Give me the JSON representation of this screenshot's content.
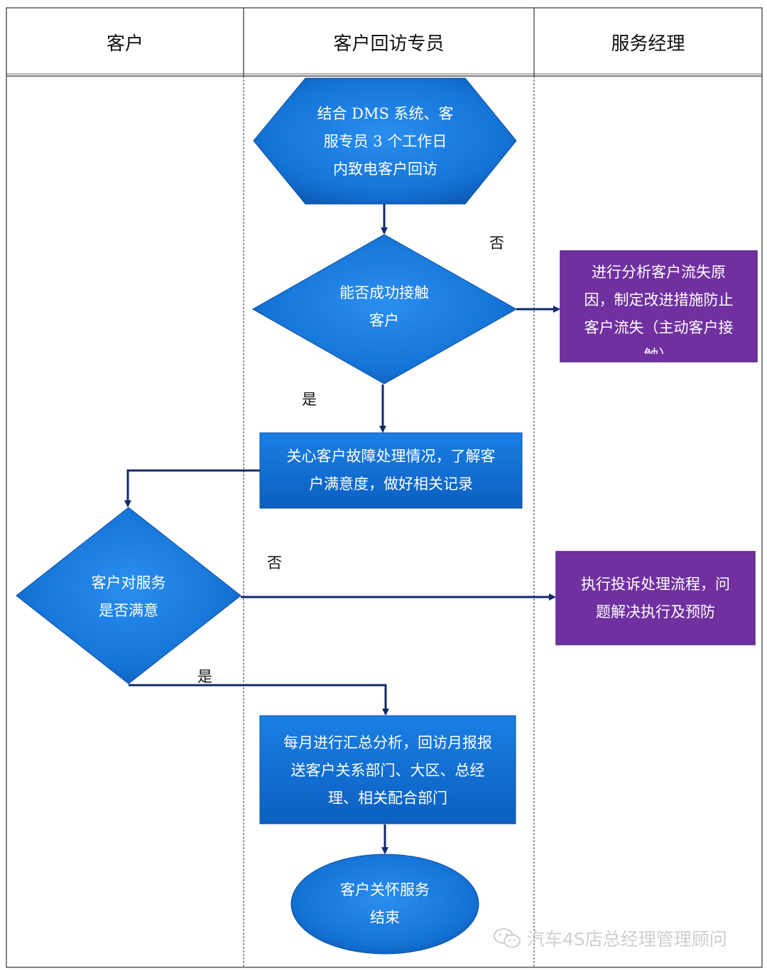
{
  "lanes": {
    "customer": "客户",
    "callback_specialist": "客户回访专员",
    "service_manager": "服务经理"
  },
  "nodes": {
    "callback_start": "结合 DMS 系统、客\n服专员 3 个工作日\n内致电客户回访",
    "contact_decision": "能否成功接触\n客户",
    "loss_analysis": "进行分析客户流失原\n因，制定改进措施防止\n客户流失（主动客户接\n触）",
    "care_record": "关心客户故障处理情况，了解客\n户满意度，做好相关记录",
    "satisfied_decision": "客户对服务\n是否满意",
    "complaint_process": "执行投诉处理流程，问\n题解决执行及预防",
    "monthly_report": "每月进行汇总分析，回访月报报\n送客户关系部门、大区、总经\n理、相关配合部门",
    "end": "客户关怀服务\n结束"
  },
  "edge_labels": {
    "contact_no": "否",
    "contact_yes": "是",
    "satisfied_no": "否",
    "satisfied_yes": "是"
  },
  "watermark": "汽车4S店总经理管理顾问",
  "colors": {
    "blue": "#1473d6",
    "blue_dark": "#0a4f9f",
    "purple": "#7030a0",
    "arrow": "#102a6b"
  }
}
